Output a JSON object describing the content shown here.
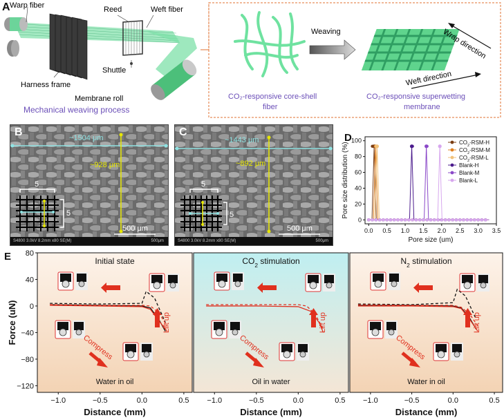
{
  "panelA": {
    "letter": "A",
    "labels": {
      "warp": "Warp fiber",
      "reed": "Reed",
      "weft": "Weft fiber",
      "harness": "Harness frame",
      "shuttle": "Shuttle",
      "roll": "Membrane roll",
      "process": "Mechanical weaving process",
      "weaving": "Weaving",
      "wrap_dir": "Wrap direction",
      "weft_dir": "Weft direction",
      "fiber_1": "CO₂-responsive core-shell",
      "fiber_2": "fiber",
      "membrane_1": "CO₂-responsive superwetting",
      "membrane_2": "membrane"
    }
  },
  "panelB": {
    "letter": "B",
    "width": "~1504 μm",
    "height": "~928 μm",
    "n1": "5",
    "n2": "5",
    "scale": "500 μm",
    "footer": "S4800 3.0kV 8.2mm x80 SE(M)",
    "footer_r": "500μm"
  },
  "panelC": {
    "letter": "C",
    "width": "~1443 μm",
    "height": "~892 μm",
    "n1": "5",
    "n2": "5",
    "scale": "500 μm",
    "footer": "S4800 3.0kV 8.2mm x80 SE(M)",
    "footer_r": "500μm"
  },
  "panelD": {
    "letter": "D",
    "chart_data": {
      "type": "line",
      "xlabel": "Pore size (um)",
      "ylabel": "Pore size distribution (%)",
      "xlim": [
        -0.1,
        3.5
      ],
      "ylim": [
        -5,
        105
      ],
      "xticks": [
        "0.0",
        "0.5",
        "1.0",
        "1.5",
        "2.0",
        "2.5",
        "3.0",
        "3.5"
      ],
      "yticks": [
        "0",
        "20",
        "40",
        "60",
        "80",
        "100"
      ],
      "legend_position": "right",
      "series": [
        {
          "name": "CO2-RSM-H",
          "label_pre": "CO",
          "label_sub": "2",
          "label_post": "-RSM-H",
          "color": "#7a3d12",
          "peak": 0.15,
          "height": 93
        },
        {
          "name": "CO2-RSM-M",
          "label_pre": "CO",
          "label_sub": "2",
          "label_post": "-RSM-M",
          "color": "#e0801f",
          "peak": 0.19,
          "height": 93
        },
        {
          "name": "CO2-RSM-L",
          "label_pre": "CO",
          "label_sub": "2",
          "label_post": "-RSM-L",
          "color": "#f1c27a",
          "peak": 0.23,
          "height": 93
        },
        {
          "name": "Blank-H",
          "label_pre": "Blank-H",
          "label_sub": "",
          "label_post": "",
          "color": "#4a1a8c",
          "peak": 1.18,
          "height": 93
        },
        {
          "name": "Blank-M",
          "label_pre": "Blank-M",
          "label_sub": "",
          "label_post": "",
          "color": "#8a48c8",
          "peak": 1.58,
          "height": 93
        },
        {
          "name": "Blank-L",
          "label_pre": "Blank-L",
          "label_sub": "",
          "label_post": "",
          "color": "#d7a7ee",
          "peak": 1.95,
          "height": 93
        }
      ]
    }
  },
  "panelE": {
    "letter": "E",
    "chart_data": [
      {
        "type": "line",
        "title": "Initial state",
        "caption": "Water in oil",
        "bg": [
          "#fdf3ea",
          "#f3d3b4"
        ],
        "xlabel": "Distance (mm)",
        "ylabel": "Force (uN)",
        "xlim": [
          -1.25,
          0.6
        ],
        "ylim": [
          -130,
          80
        ],
        "xticks": [
          "−1.0",
          "−0.5",
          "0.0",
          "0.5"
        ],
        "yticks": [
          "80",
          "40",
          "0",
          "−40",
          "−80",
          "−120"
        ],
        "series": [
          {
            "style": "solid",
            "color": "#111111",
            "points": [
              [
                -1.1,
                2
              ],
              [
                -0.5,
                1
              ],
              [
                0.0,
                0
              ],
              [
                0.1,
                -3
              ],
              [
                0.2,
                -20
              ],
              [
                0.28,
                -38
              ]
            ]
          },
          {
            "style": "solid",
            "color": "#e03020",
            "points": [
              [
                -1.1,
                1
              ],
              [
                -0.5,
                0
              ],
              [
                0.0,
                -1
              ],
              [
                0.1,
                -5
              ],
              [
                0.2,
                -22
              ],
              [
                0.3,
                -38
              ]
            ]
          },
          {
            "style": "dashed",
            "color": "#111111",
            "points": [
              [
                -1.1,
                4
              ],
              [
                -0.5,
                3
              ],
              [
                0.0,
                4
              ],
              [
                0.05,
                22
              ],
              [
                0.15,
                12
              ],
              [
                0.28,
                -25
              ]
            ]
          },
          {
            "style": "dashed",
            "color": "#e03020",
            "points": [
              [
                -1.1,
                2
              ],
              [
                -0.5,
                1
              ],
              [
                0.0,
                1
              ],
              [
                0.1,
                0
              ],
              [
                0.2,
                -10
              ],
              [
                0.3,
                -30
              ]
            ]
          }
        ]
      },
      {
        "type": "line",
        "title_pre": "CO",
        "title_sub": "2",
        "title_post": " stimulation",
        "caption": "Oil in water",
        "bg": [
          "#bfeff1",
          "#f4e6d6"
        ],
        "xlabel": "Distance (mm)",
        "ylabel": "",
        "xlim": [
          -1.25,
          0.6
        ],
        "ylim": [
          -130,
          80
        ],
        "xticks": [
          "−1.0",
          "−0.5",
          "0.0",
          "0.5"
        ],
        "yticks": [],
        "series": [
          {
            "style": "solid",
            "color": "#e03020",
            "points": [
              [
                -1.1,
                0
              ],
              [
                -0.5,
                0
              ],
              [
                0.0,
                -1
              ],
              [
                0.15,
                -8
              ],
              [
                0.25,
                -25
              ],
              [
                0.3,
                -40
              ]
            ]
          },
          {
            "style": "dashed",
            "color": "#e03020",
            "points": [
              [
                -1.1,
                2
              ],
              [
                -0.5,
                2
              ],
              [
                0.0,
                2
              ],
              [
                0.1,
                0
              ],
              [
                0.2,
                -12
              ],
              [
                0.3,
                -35
              ]
            ]
          }
        ]
      },
      {
        "type": "line",
        "title_pre": "N",
        "title_sub": "2",
        "title_post": " stimulation",
        "caption": "Water in oil",
        "bg": [
          "#fdf3ea",
          "#f3d3b4"
        ],
        "xlabel": "Distance (mm)",
        "ylabel": "",
        "xlim": [
          -1.25,
          0.6
        ],
        "ylim": [
          -130,
          80
        ],
        "xticks": [
          "−1.0",
          "−0.5",
          "0.0",
          "0.5"
        ],
        "yticks": [],
        "series": [
          {
            "style": "solid",
            "color": "#111111",
            "points": [
              [
                -1.15,
                1
              ],
              [
                -0.5,
                1
              ],
              [
                0.0,
                0
              ],
              [
                0.1,
                -3
              ],
              [
                0.2,
                -18
              ],
              [
                0.28,
                -35
              ]
            ]
          },
          {
            "style": "solid",
            "color": "#e03020",
            "points": [
              [
                -1.15,
                0
              ],
              [
                -0.5,
                0
              ],
              [
                0.0,
                -1
              ],
              [
                0.1,
                -4
              ],
              [
                0.2,
                -20
              ],
              [
                0.3,
                -38
              ]
            ]
          },
          {
            "style": "dashed",
            "color": "#111111",
            "points": [
              [
                -1.15,
                3
              ],
              [
                -0.5,
                2
              ],
              [
                0.0,
                5
              ],
              [
                0.05,
                25
              ],
              [
                0.15,
                15
              ],
              [
                0.28,
                -20
              ]
            ]
          },
          {
            "style": "dashed",
            "color": "#e03020",
            "points": [
              [
                -1.15,
                2
              ],
              [
                -0.5,
                1
              ],
              [
                0.0,
                1
              ],
              [
                0.1,
                -2
              ],
              [
                0.2,
                -12
              ],
              [
                0.3,
                -30
              ]
            ]
          }
        ]
      }
    ],
    "annotations": {
      "compress": "Compress",
      "lift": "Lift up"
    }
  }
}
